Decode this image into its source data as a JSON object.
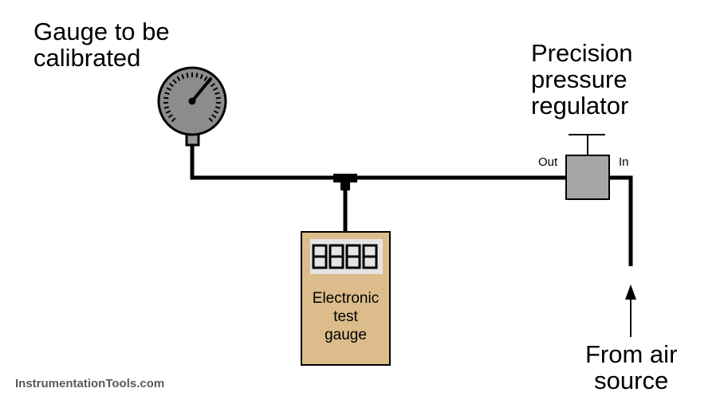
{
  "labels": {
    "gauge_title": "Gauge to be\ncalibrated",
    "regulator_title": "Precision\npressure\nregulator",
    "port_out": "Out",
    "port_in": "In",
    "test_gauge_label": "Electronic\ntest\ngauge",
    "air_source": "From air\nsource",
    "watermark": "InstrumentationTools.com"
  },
  "colors": {
    "pipe": "#000000",
    "gauge_face": "#8c8c8c",
    "regulator_body": "#a6a6a6",
    "test_gauge_body": "#dcbc8a",
    "display_bg": "#e4e4e4"
  },
  "display": {
    "digits": 4
  }
}
